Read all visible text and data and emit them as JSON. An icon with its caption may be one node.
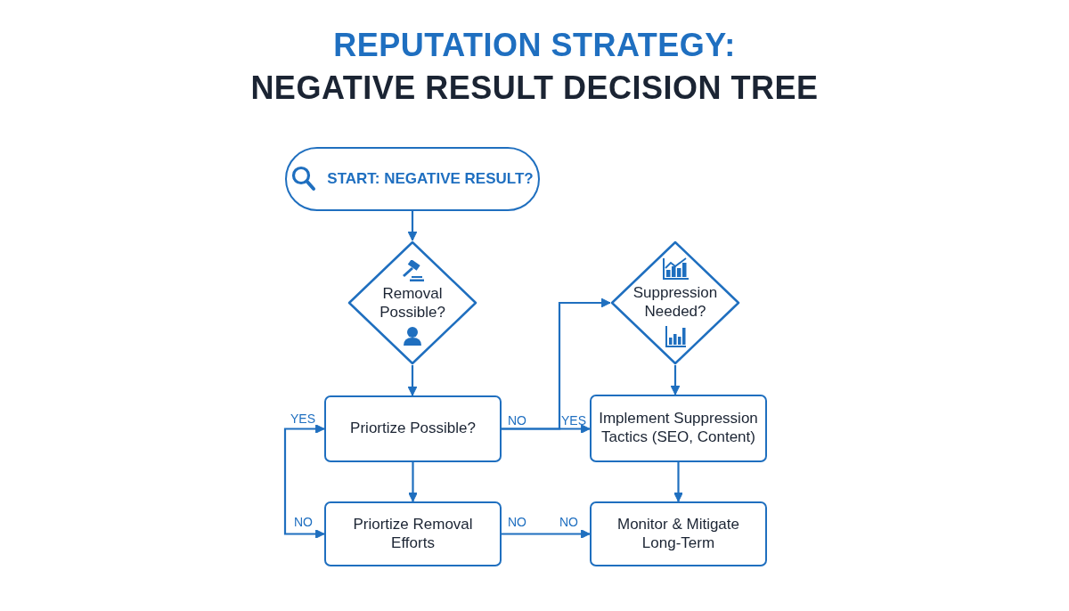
{
  "diagram": {
    "title": "REPUTATION STRATEGY:",
    "nodes": [
      {
        "text": [
          "START: NEGATIVE RESULT?"
        ]
      },
      {
        "text": [
          "Removal Possible?"
        ]
      },
      {
        "text": [
          "Suppression Needed?"
        ]
      },
      {
        "text": [
          "Priortize Possible?"
        ]
      },
      {
        "text": [
          "Implement Suppression Tactics (SEO, Content)"
        ]
      },
      {
        "text": [
          "Priortize Removal Efforts"
        ]
      },
      {
        "text": [
          "Monitor & Mitigate Long-Term"
        ]
      }
    ],
    "edges": [
      {
        "from": 0,
        "to": 1,
        "arrow": "to"
      },
      {
        "from": 1,
        "to": 3,
        "arrow": "to"
      },
      {
        "from": 3,
        "to": 2,
        "arrow": "to",
        "label": "NO"
      },
      {
        "from": 3,
        "to": 4,
        "arrow": "to",
        "label": "YES"
      },
      {
        "from": null,
        "to": 3,
        "arrow": "to",
        "label": "YES"
      },
      {
        "from": null,
        "to": 5,
        "arrow": "to",
        "label": "NO"
      },
      {
        "from": 3,
        "to": 5,
        "arrow": "to"
      },
      {
        "from": 5,
        "to": 6,
        "arrow": "to",
        "label": "NO"
      },
      {
        "from": 2,
        "to": 4,
        "arrow": "to"
      },
      {
        "from": 4,
        "to": 6,
        "arrow": "to"
      }
    ],
    "labels": [
      "NEGATIVE RESULT DECISION TREE",
      "NO"
    ]
  }
}
